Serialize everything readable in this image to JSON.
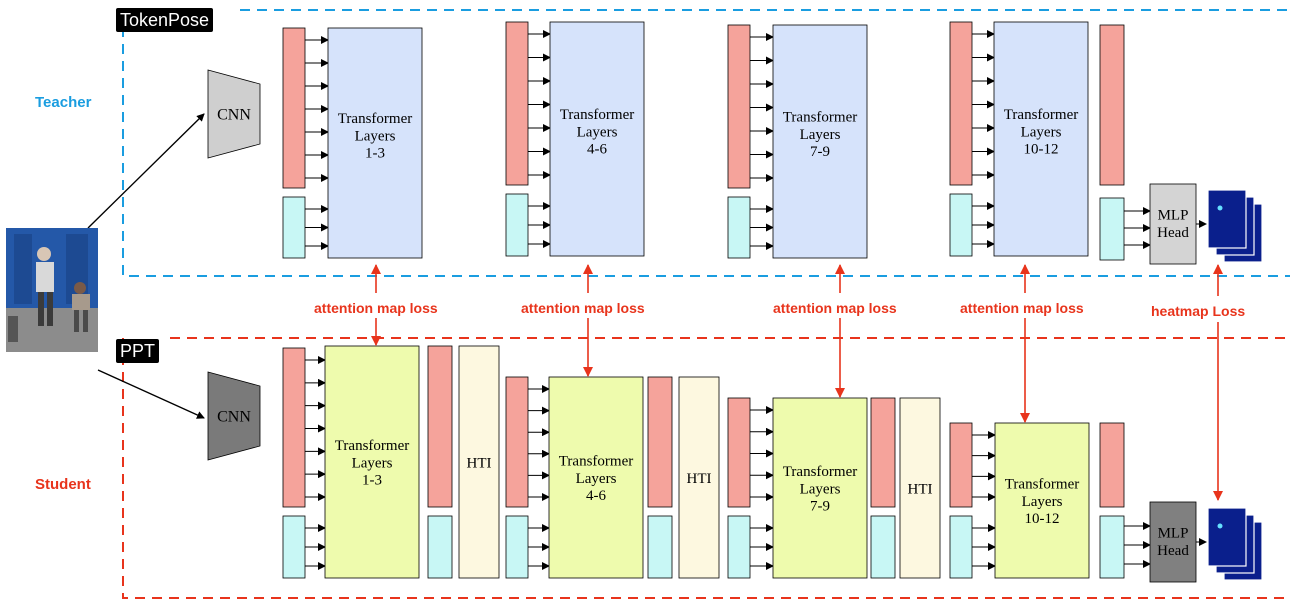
{
  "labels": {
    "teacher_tag": "TokenPose",
    "student_tag": "PPT",
    "teacher_side": "Teacher",
    "student_side": "Student"
  },
  "teacher": {
    "cnn": "CNN",
    "layers": [
      "Transformer\nLayers\n1-3",
      "Transformer\nLayers\n4-6",
      "Transformer\nLayers\n7-9",
      "Transformer\nLayers\n10-12"
    ],
    "head": "MLP\nHead"
  },
  "student": {
    "cnn": "CNN",
    "layers": [
      "Transformer\nLayers\n1-3",
      "Transformer\nLayers\n4-6",
      "Transformer\nLayers\n7-9",
      "Transformer\nLayers\n10-12"
    ],
    "hti": [
      "HTI",
      "HTI",
      "HTI"
    ],
    "head": "MLP\nHead"
  },
  "losses": [
    "attention map loss",
    "attention map loss",
    "attention map loss",
    "attention map loss",
    "heatmap Loss"
  ],
  "colors": {
    "teacher_accent": "#1a9de0",
    "student_accent": "#e8341c",
    "visual_token": "#f5a39b",
    "keypoint_token": "#c8f7f5",
    "teacher_layer": "#d6e3fb",
    "student_layer": "#eefbad",
    "hti": "#fdf8e0",
    "teacher_cnn": "#cfcfcf",
    "student_cnn": "#7a7a7a",
    "teacher_head": "#d4d4d4",
    "student_head": "#808080",
    "heatmap": "#0a1f8c"
  }
}
